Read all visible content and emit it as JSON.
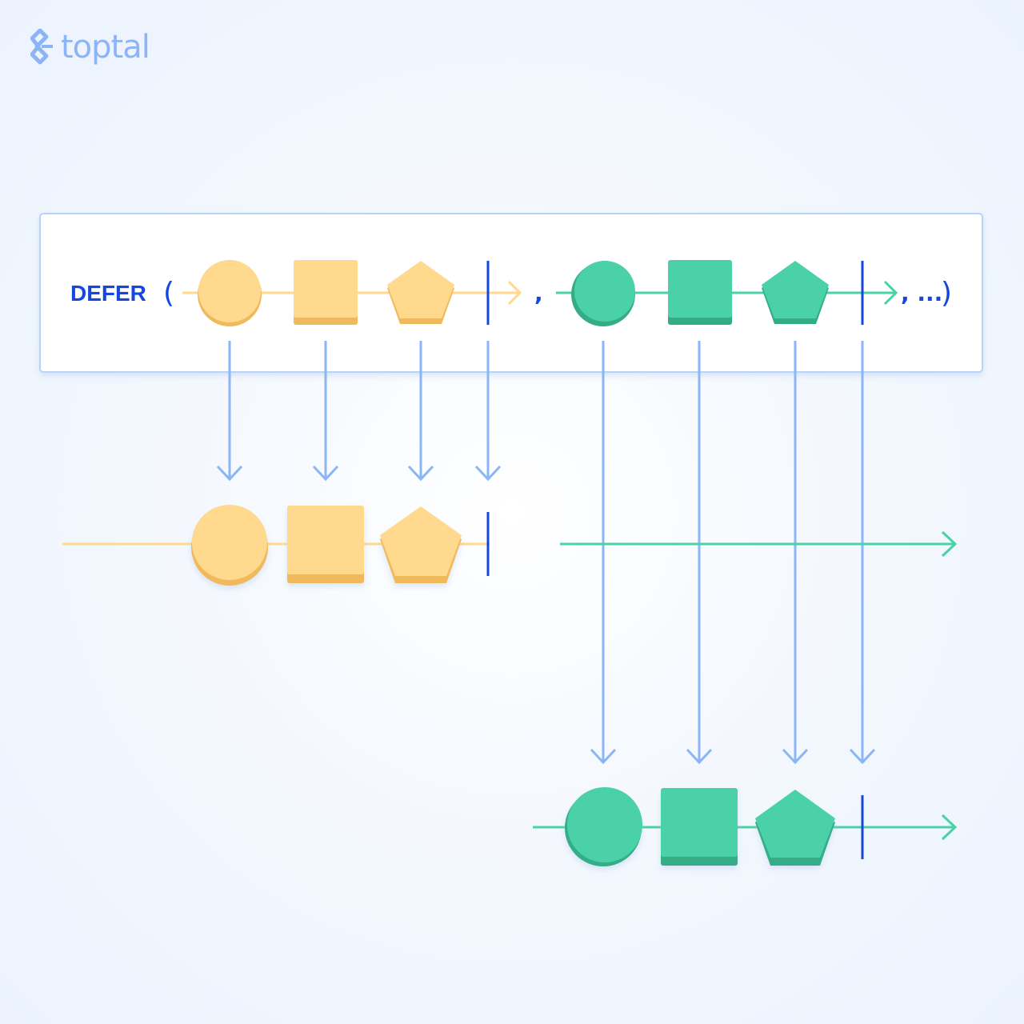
{
  "brand": {
    "name": "toptal",
    "icon": "toptal-logo-icon",
    "color": "#8cb4f7"
  },
  "diagram": {
    "operator_label": "DEFER",
    "open_paren": "(",
    "close_paren": ")",
    "separator": ",",
    "continuation": ", ...",
    "sequence_1": [
      "circle",
      "square",
      "pentagon",
      "complete"
    ],
    "sequence_2": [
      "circle",
      "square",
      "pentagon",
      "complete"
    ],
    "colors": {
      "yellow": "#ffd98d",
      "yellow_dark": "#f0b95c",
      "green": "#4ad1a8",
      "green_dark": "#34ad87",
      "arrow": "#8ab6f6",
      "complete_bar": "#1546e0",
      "panel_border": "#b7d3f8"
    }
  }
}
